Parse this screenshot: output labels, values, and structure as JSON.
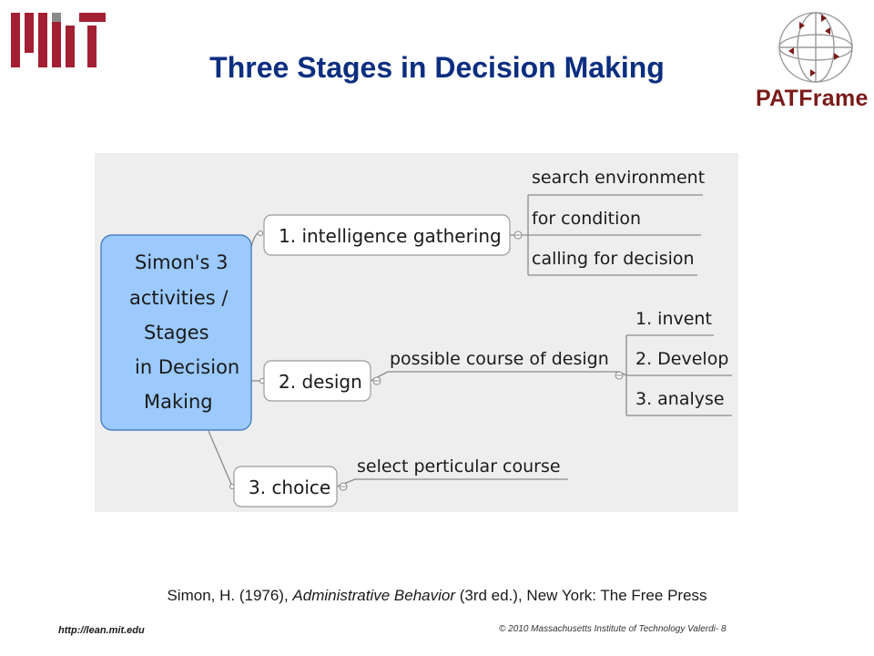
{
  "slide": {
    "title": "Three Stages in Decision Making",
    "citation": {
      "author": "Simon, H. (1976), ",
      "book": "Administrative Behavior",
      "rest": " (3rd ed.), New York: The Free Press"
    },
    "footer_url": "http://lean.mit.edu",
    "footer_copyright": "© 2010 Massachusetts Institute of Technology  Valerdi- 8"
  },
  "logos": {
    "left": "MIT",
    "right_text": "PATFrame"
  },
  "mindmap": {
    "central": [
      "Simon's 3",
      "activities /",
      "Stages",
      "in Decision",
      "Making"
    ],
    "branch1": {
      "label": "1.  intelligence gathering",
      "leaves": [
        "search environment",
        "for condition",
        "calling for decision"
      ]
    },
    "branch2": {
      "label": "2.  design",
      "sub": "possible course of design",
      "leaves": [
        "1.  invent",
        "2.  Develop",
        "3.  analyse"
      ]
    },
    "branch3": {
      "label": "3.  choice",
      "sub": "select perticular course"
    }
  },
  "colors": {
    "title": "#0b2e80",
    "mit_red": "#a31f34",
    "central_fill": "#9ccaff",
    "central_stroke": "#4a7fc0"
  }
}
